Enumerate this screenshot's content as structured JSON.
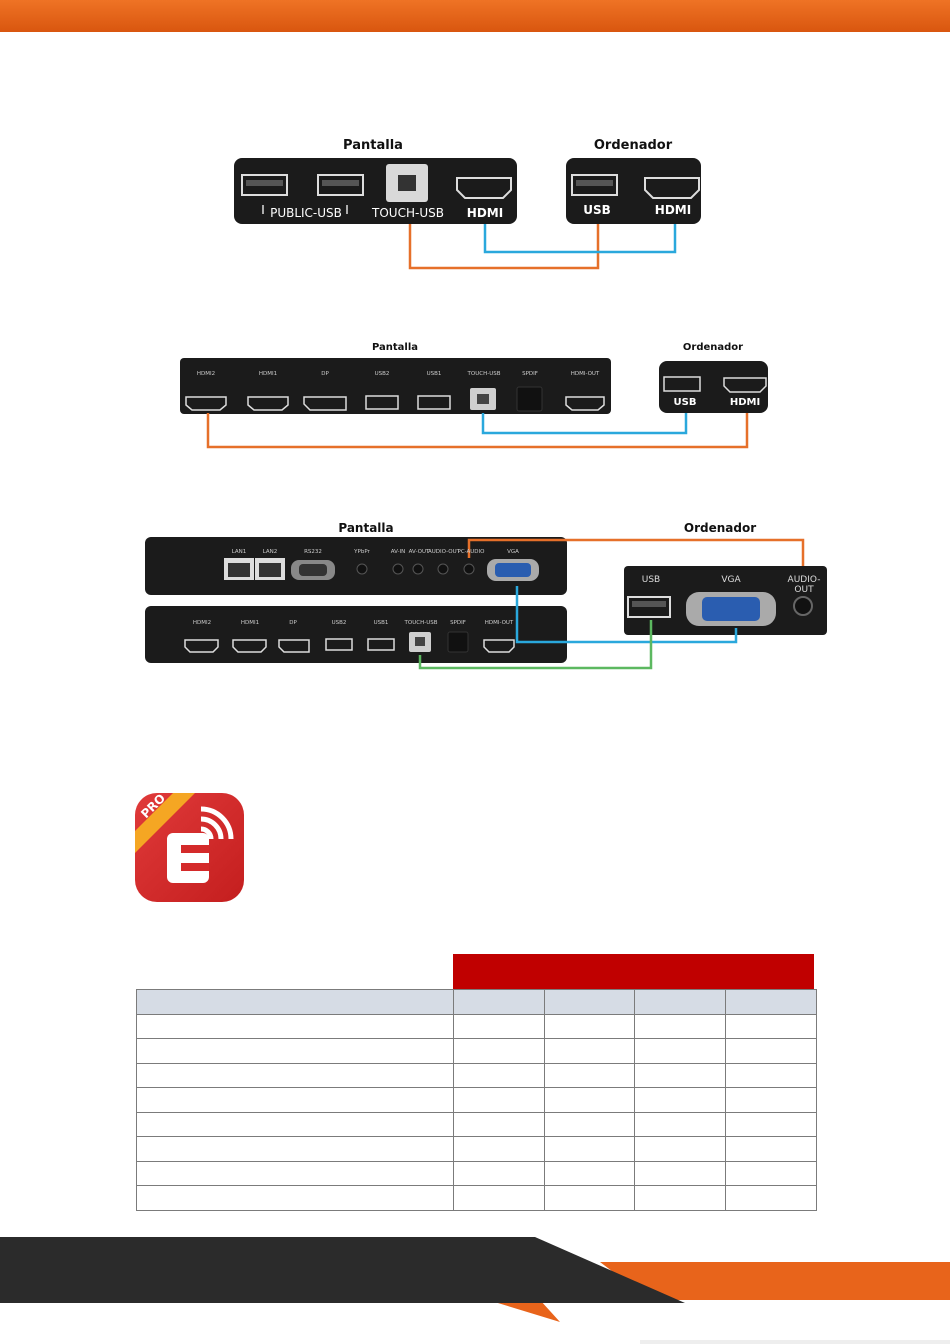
{
  "diagram1": {
    "display_title": "Pantalla",
    "computer_title": "Ordenador",
    "display_ports": [
      "PUBLIC-USB",
      "TOUCH-USB",
      "HDMI"
    ],
    "computer_ports": [
      "USB",
      "HDMI"
    ]
  },
  "diagram2": {
    "display_title": "Pantalla",
    "computer_title": "Ordenador",
    "display_ports": [
      "HDMI2",
      "HDMI1",
      "DP",
      "USB2",
      "USB1",
      "TOUCH-USB",
      "SPDIF",
      "HDMI-OUT"
    ],
    "computer_ports": [
      "USB",
      "HDMI"
    ]
  },
  "diagram3": {
    "display_title": "Pantalla",
    "computer_title": "Ordenador",
    "top_panel_ports": [
      "LAN1",
      "LAN2",
      "RS232",
      "YPbPr",
      "AV-IN",
      "AV-OUT",
      "AUDIO-OUT",
      "PC-AUDIO",
      "VGA"
    ],
    "bottom_panel_ports": [
      "HDMI2",
      "HDMI1",
      "DP",
      "USB2",
      "USB1",
      "TOUCH-USB",
      "SPDIF",
      "HDMI-OUT"
    ],
    "computer_ports": [
      "USB",
      "VGA",
      "AUDIO-OUT"
    ]
  },
  "app_icon": {
    "badge": "PRO",
    "letter": "E"
  },
  "colors": {
    "orange_bar": "#e8641b",
    "cable_orange": "#e6702a",
    "cable_blue": "#2aa8dc",
    "cable_green": "#5cb860",
    "table_header": "#c00000",
    "table_subheader": "#d6dce5",
    "footer_dark": "#2b2b2b"
  }
}
